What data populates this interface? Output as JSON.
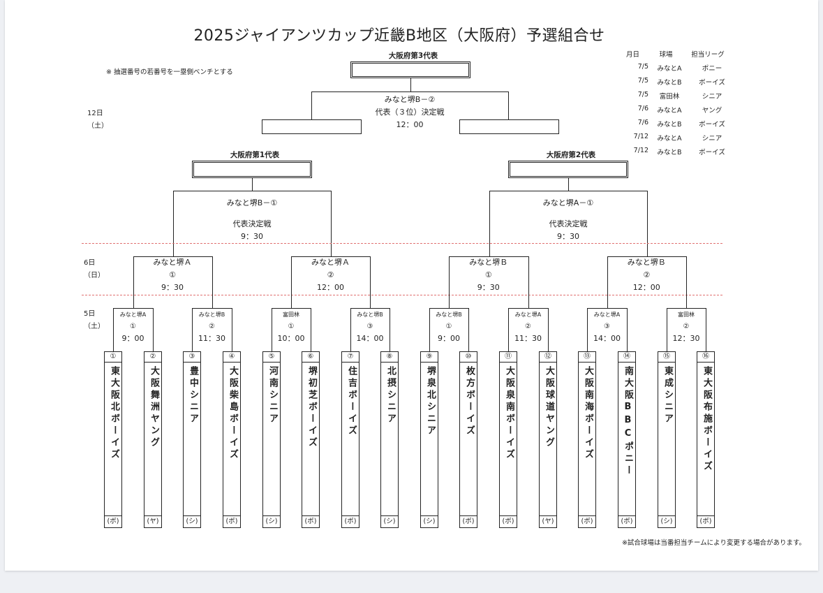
{
  "title": "2025ジャイアンツカップ近畿B地区（大阪府）予選組合せ",
  "note": "※ 抽選番号の若番号を一塁側ベンチとする",
  "footer_note": "※試合球場は当番担当チームにより変更する場合があります。",
  "days": {
    "d12": [
      "12日",
      "（土）"
    ],
    "d6": [
      "6日",
      "（日）"
    ],
    "d5": [
      "5日",
      "（土）"
    ]
  },
  "representatives": {
    "third": "大阪府第3代表",
    "first": "大阪府第1代表",
    "second": "大阪府第2代表"
  },
  "finals": {
    "third_game": [
      "みなと堺B－②",
      "代表（３位）決定戦",
      "12：00"
    ],
    "left_final": [
      "みなと堺B－①",
      "代表決定戦",
      "9：30"
    ],
    "right_final": [
      "みなと堺A－①",
      "代表決定戦",
      "9：30"
    ]
  },
  "schedule": {
    "headers": [
      "月日",
      "球場",
      "担当リーグ"
    ],
    "rows": [
      [
        "7/5",
        "みなとA",
        "ポニー"
      ],
      [
        "7/5",
        "みなとB",
        "ボーイズ"
      ],
      [
        "7/5",
        "富田林",
        "シニア"
      ],
      [
        "7/6",
        "みなとA",
        "ヤング"
      ],
      [
        "7/6",
        "みなとB",
        "ボーイズ"
      ],
      [
        "7/12",
        "みなとA",
        "シニア"
      ],
      [
        "7/12",
        "みなとB",
        "ボーイズ"
      ]
    ]
  },
  "round2": [
    [
      "みなと堺Ａ",
      "①",
      "9：30"
    ],
    [
      "みなと堺Ａ",
      "②",
      "12：00"
    ],
    [
      "みなと堺Ｂ",
      "①",
      "9：30"
    ],
    [
      "みなと堺Ｂ",
      "②",
      "12：00"
    ]
  ],
  "round1": [
    [
      "みなと堺A",
      "①",
      "9：00"
    ],
    [
      "みなと堺B",
      "②",
      "11：30"
    ],
    [
      "富田林",
      "①",
      "10：00"
    ],
    [
      "みなと堺B",
      "③",
      "14：00"
    ],
    [
      "みなと堺B",
      "①",
      "9：00"
    ],
    [
      "みなと堺A",
      "②",
      "11：30"
    ],
    [
      "みなと堺A",
      "③",
      "14：00"
    ],
    [
      "富田林",
      "②",
      "12：30"
    ]
  ],
  "teams": [
    {
      "num": "①",
      "name": "東大阪北ボーイズ",
      "kind": "(ボ)"
    },
    {
      "num": "②",
      "name": "大阪舞洲ヤング",
      "kind": "(ヤ)"
    },
    {
      "num": "③",
      "name": "豊中シニア",
      "kind": "(シ)"
    },
    {
      "num": "④",
      "name": "大阪柴島ボーイズ",
      "kind": "(ボ)"
    },
    {
      "num": "⑤",
      "name": "河南シニア",
      "kind": "(シ)"
    },
    {
      "num": "⑥",
      "name": "堺初芝ボーイズ",
      "kind": "(ボ)"
    },
    {
      "num": "⑦",
      "name": "住吉ボーイズ",
      "kind": "(ボ)"
    },
    {
      "num": "⑧",
      "name": "北摂シニア",
      "kind": "(シ)"
    },
    {
      "num": "⑨",
      "name": "堺泉北シニア",
      "kind": "(シ)"
    },
    {
      "num": "⑩",
      "name": "枚方ボーイズ",
      "kind": "(ボ)"
    },
    {
      "num": "⑪",
      "name": "大阪泉南ボーイズ",
      "kind": "(ボ)"
    },
    {
      "num": "⑫",
      "name": "大阪球道ヤング",
      "kind": "(ヤ)"
    },
    {
      "num": "⑬",
      "name": "大阪南海ボーイズ",
      "kind": "(ボ)"
    },
    {
      "num": "⑭",
      "name": "南大阪BBCポニー",
      "kind": "(ボ)"
    },
    {
      "num": "⑮",
      "name": "東成シニア",
      "kind": "(シ)"
    },
    {
      "num": "⑯",
      "name": "東大阪布施ボーイズ",
      "kind": "(ボ)"
    }
  ]
}
